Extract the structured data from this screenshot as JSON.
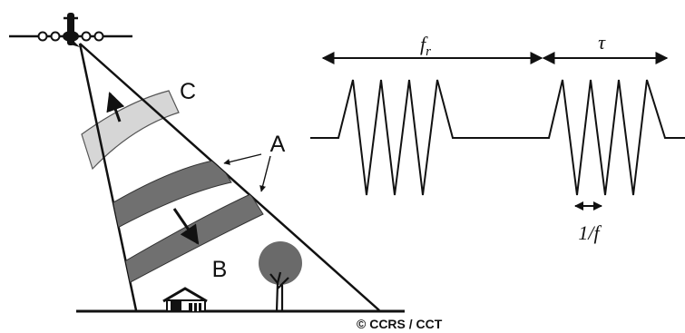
{
  "labels": {
    "c": "C",
    "a": "A",
    "b": "B",
    "fr_base": "f",
    "fr_sub": "r",
    "tau": "τ",
    "inv_f": "1/f",
    "copyright": "© CCRS / CCT"
  },
  "icons": [
    "airplane-icon",
    "house-icon",
    "tree-icon"
  ],
  "colors": {
    "ink": "#111111",
    "band_dark": "#707070",
    "band_light": "#d6d6d6",
    "tree": "#6a6a6a",
    "background": "#ffffff"
  }
}
